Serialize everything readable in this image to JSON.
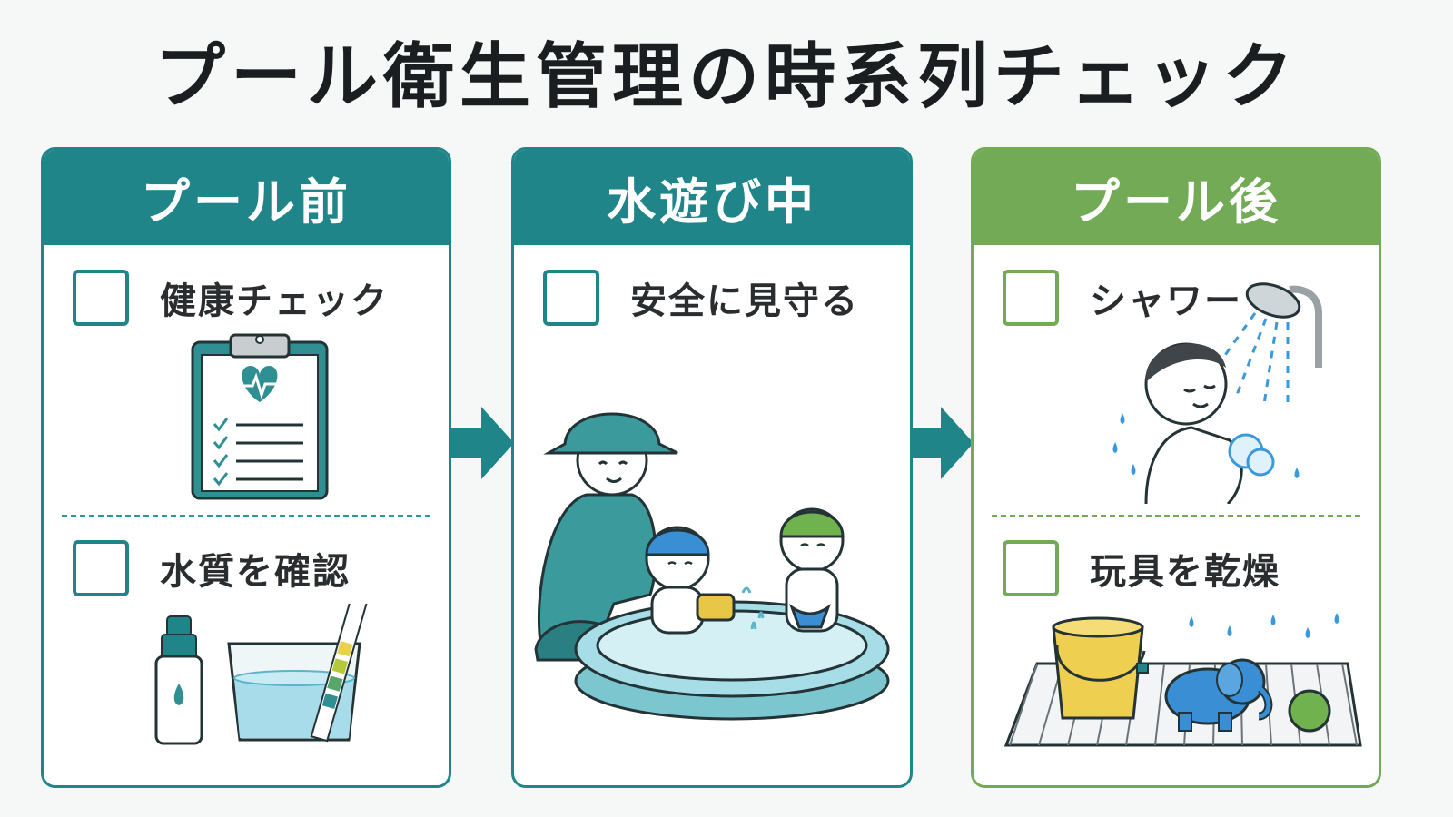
{
  "title": "プール衛生管理の時系列チェック",
  "colors": {
    "teal": "#1f8589",
    "green": "#72aa56",
    "water": "#bde6ef"
  },
  "panels": [
    {
      "heading": "プール前",
      "items": [
        {
          "label": "健康チェック",
          "icon": "clipboard-heart-icon"
        },
        {
          "label": "水質を確認",
          "icon": "water-test-kit-icon"
        }
      ]
    },
    {
      "heading": "水遊び中",
      "items": [
        {
          "label": "安全に見守る",
          "icon": "supervised-pool-play-icon"
        }
      ]
    },
    {
      "heading": "プール後",
      "items": [
        {
          "label": "シャワー",
          "icon": "child-shower-icon"
        },
        {
          "label": "玩具を乾燥",
          "icon": "drying-toys-icon"
        }
      ]
    }
  ]
}
